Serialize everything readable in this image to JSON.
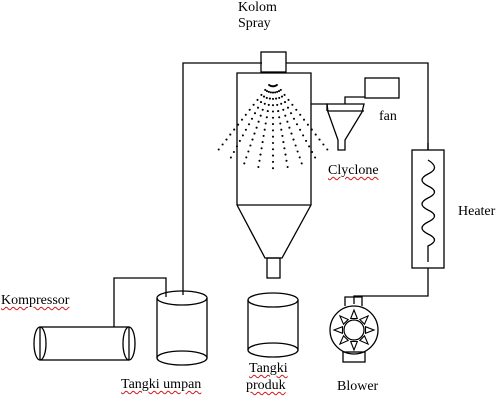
{
  "labels": {
    "kolom_line1": "Kolom",
    "kolom_line2": "Spray",
    "fan": "fan",
    "cyclone": "Clyclone",
    "heater": "Heater",
    "kompressor": "Kompressor",
    "tangki_umpan": "Tangki umpan",
    "tangki_produk_line1": "Tangki",
    "tangki_produk_line2": "produk",
    "blower": "Blower"
  },
  "colors": {
    "stroke": "#000000",
    "background": "#ffffff",
    "spellcheck_underline": "#d01818"
  },
  "icons": {
    "nozzle": "spray-nozzle-icon",
    "blower": "blower-fan-wheel-icon",
    "heater_coil": "heating-coil-icon"
  }
}
